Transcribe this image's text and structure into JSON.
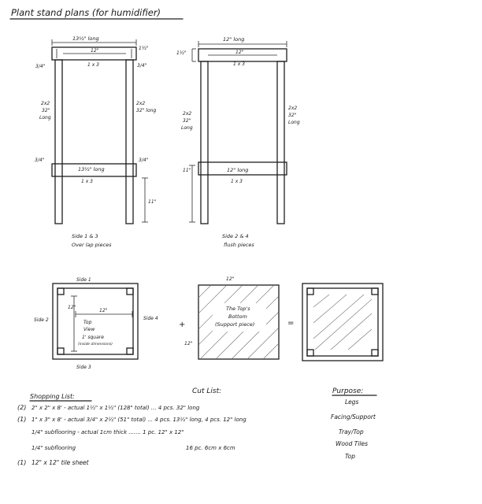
{
  "title": "Plant stand plans (for humidifier)",
  "side13": {
    "top_overall": "13½\" long",
    "top_inner": "12\"",
    "top_right_dim": "1½\"",
    "right_thick": "3/4\"",
    "left_thick": "3/4\"",
    "board": "1 x 3",
    "leg_left_a": "2x2",
    "leg_left_b": "32\"",
    "leg_left_c": "Long",
    "leg_right_a": "2x2",
    "leg_right_b": "32\" long",
    "bottom_left_thick": "3/4\"",
    "bottom_right_thick": "3/4\"",
    "bottom_long": "13½\" long",
    "bottom_board": "1 x 3",
    "leg_gap": "11\"",
    "caption1": "Side 1 & 3",
    "caption2": "Over lap pieces"
  },
  "side24": {
    "top_overall": "12\" long",
    "top_inner": "12\"",
    "top_left_dim": "1½\"",
    "board": "1 x 3",
    "leg_left_a": "2x2",
    "leg_left_b": "32\"",
    "leg_left_c": "Long",
    "leg_right_a": "2x2",
    "leg_right_b": "32\"",
    "leg_right_c": "Long",
    "gap": "11\"",
    "bottom_long": "12\" long",
    "bottom_board": "1 x 3",
    "caption1": "Side 2 & 4",
    "caption2": "flush pieces"
  },
  "topview": {
    "side1": "Side 1",
    "side2": "Side 2",
    "side3": "Side 3",
    "side4": "Side 4",
    "dim_v": "12\"",
    "dim_h": "12\"",
    "t1": "Top",
    "t2": "View",
    "t3": "1' square",
    "t4": "(inside dimensions)"
  },
  "board": {
    "plus": "+",
    "width": "12\"",
    "height": "12\"",
    "t1": "The Top's",
    "t2": "Bottom",
    "t3": "(Support piece)",
    "equals": "="
  },
  "shopping": {
    "header": "Shopping List:",
    "rows": [
      {
        "qty": "(2)",
        "text": "2\" x 2\" x 8' - actual 1½\" x 1½\" (128\" total) ... 4 pcs. 32\" long"
      },
      {
        "qty": "(1)",
        "text": "1\" x 3\" x 8' - actual 3/4\" x 2½\" (51\" total) ... 4 pcs. 13½\" long, 4 pcs. 12\" long"
      },
      {
        "qty": "",
        "text": "1/4\" subflooring - actual 1cm thick ....... 1 pc. 12\" x 12\""
      },
      {
        "qty": "",
        "text": "1/4\" subflooring"
      },
      {
        "qty": "(1)",
        "text": "12\" x 12\" tile sheet"
      }
    ]
  },
  "cutlist": {
    "header": "Cut List:",
    "tile": "16 pc. 6cm x 6cm"
  },
  "purpose": {
    "header": "Purpose:",
    "items": [
      "Legs",
      "Facing/Support",
      "Tray/Top",
      "Wood Tiles",
      "Top"
    ]
  }
}
